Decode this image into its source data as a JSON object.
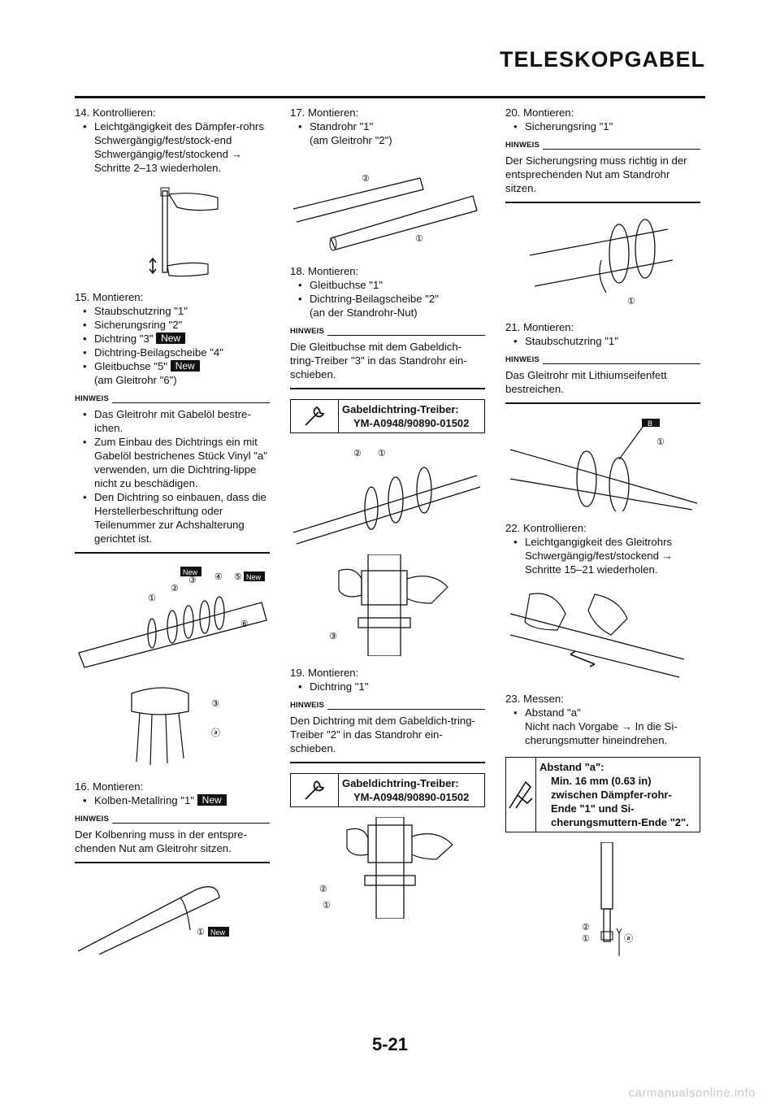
{
  "header": {
    "title": "TELESKOPGABEL"
  },
  "hinweis_label": "HINWEIS",
  "new_label": "New",
  "tool_label": "Gabeldichtring-Treiber:",
  "tool_part": "YM-A0948/90890-01502",
  "col1": {
    "s14_title": "14. Kontrollieren:",
    "s14_b1": "Leichtgängigkeit des Dämpfer-rohrs Schwergängig/fest/stock-end",
    "s14_b1b": "Schwergängig/fest/stockend →",
    "s14_b1c": "Schritte 2–13 wiederholen.",
    "s15_title": "15. Montieren:",
    "s15_b1": "Staubschutzring \"1\"",
    "s15_b2": "Sicherungsring \"2\"",
    "s15_b3": "Dichtring \"3\"",
    "s15_b4": "Dichtring-Beilagscheibe \"4\"",
    "s15_b5": "Gleitbuchse \"5\"",
    "s15_b6": "(am Gleitrohr \"6\")",
    "s15_h1": "Das Gleitrohr mit Gabelöl bestre-ichen.",
    "s15_h2": "Zum Einbau des Dichtrings ein mit Gabelöl bestrichenes Stück Vinyl \"a\" verwenden, um die Dichtring-lippe nicht zu beschädigen.",
    "s15_h3": "Den Dichtring so einbauen, dass die Herstellerbeschriftung oder Teilenummer zur Achshalterung gerichtet ist.",
    "s16_title": "16. Montieren:",
    "s16_b1": "Kolben-Metallring \"1\"",
    "s16_h": "Der Kolbenring muss in der entspre-chenden Nut am Gleitrohr sitzen."
  },
  "col2": {
    "s17_title": "17. Montieren:",
    "s17_b1": "Standrohr \"1\"",
    "s17_b2": "(am Gleitrohr \"2\")",
    "s18_title": "18. Montieren:",
    "s18_b1": "Gleitbuchse \"1\"",
    "s18_b2": "Dichtring-Beilagscheibe \"2\"",
    "s18_b3": "(an der Standrohr-Nut)",
    "s18_h": "Die Gleitbuchse mit dem Gabeldich-tring-Treiber \"3\" in das Standrohr ein-schieben.",
    "s19_title": "19. Montieren:",
    "s19_b1": "Dichtring \"1\"",
    "s19_h": "Den Dichtring mit dem Gabeldich-tring-Treiber \"2\" in das Standrohr ein-schieben."
  },
  "col3": {
    "s20_title": "20. Montieren:",
    "s20_b1": "Sicherungsring \"1\"",
    "s20_h": "Der Sicherungsring muss richtig in der entsprechenden Nut am Standrohr sitzen.",
    "s21_title": "21. Montieren:",
    "s21_b1": "Staubschutzring \"1\"",
    "s21_h": "Das Gleitrohr mit Lithiumseifenfett bestreichen.",
    "s22_title": "22. Kontrollieren:",
    "s22_b1": "Leichtgangigkeit des Gleitrohrs",
    "s22_b1b": "Schwergängig/fest/stockend →",
    "s22_b1c": "Schritte 15–21 wiederholen.",
    "s23_title": "23. Messen:",
    "s23_b1": "Abstand \"a\"",
    "s23_b1b": "Nicht nach Vorgabe → In die Si-cherungsmutter hineindrehen.",
    "spec_title": "Abstand \"a\":",
    "spec_body": "Min. 16 mm (0.63 in) zwischen Dämpfer-rohr-Ende \"1\" und Si-cherungsmuttern-Ende \"2\"."
  },
  "callouts": {
    "c1": "①",
    "c2": "②",
    "c3": "③",
    "c4": "④",
    "c5": "⑤",
    "c6": "⑥",
    "ca": "ⓐ",
    "cb": "B"
  },
  "footer": {
    "page": "5-21",
    "watermark": "carmanualsonline.info"
  }
}
